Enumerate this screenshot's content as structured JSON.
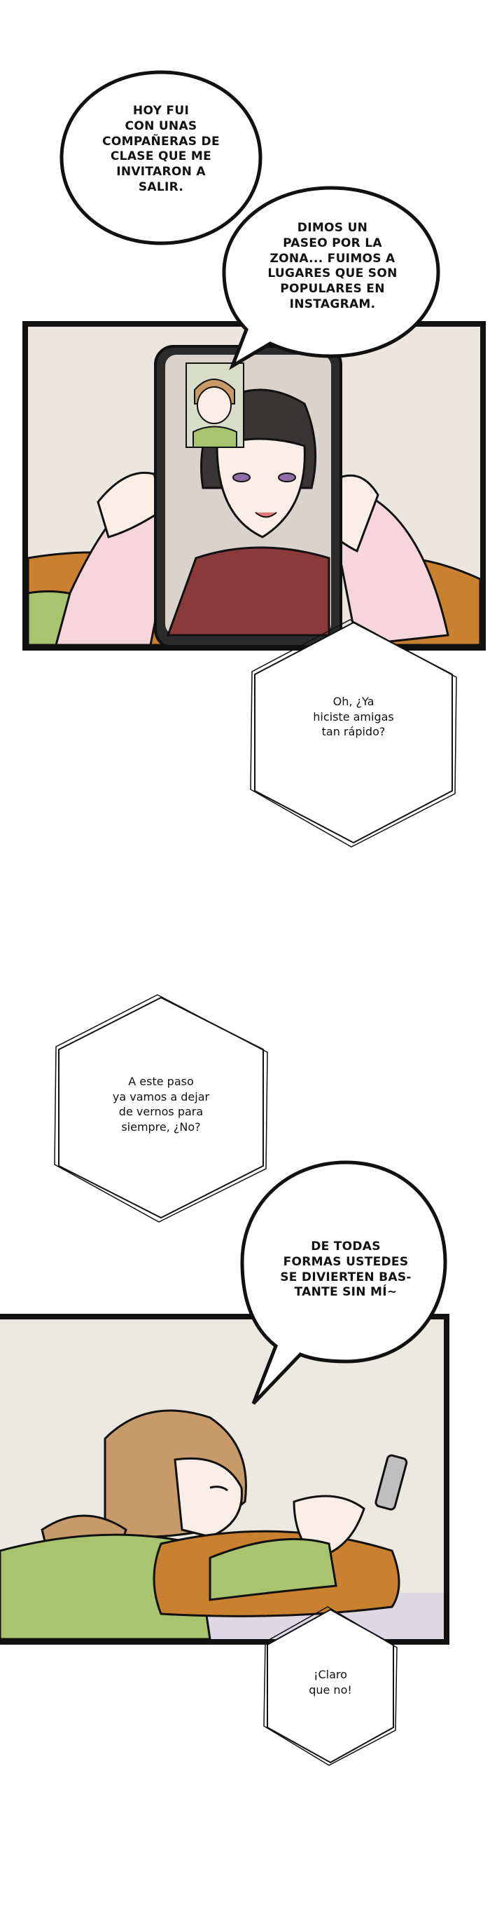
{
  "bubbles": [
    {
      "id": "speech-1",
      "text": "Hoy fui\ncon unas\ncompañeras de\nclase que me\ninvitaron a\nsalir."
    },
    {
      "id": "speech-2",
      "text": "Dimos un\npaseo por la\nzona... Fuimos a\nlugares que son\npopulares en\nInstagram."
    },
    {
      "id": "speech-3",
      "text": "De todas\nformas ustedes\nse divierten bas-\ntante sin mí~"
    }
  ],
  "phone_voices": [
    {
      "id": "phone-voice-1",
      "text": "Oh, ¿Ya\nhiciste amigas\ntan rápido?"
    },
    {
      "id": "phone-voice-2",
      "text": "A este paso\nya vamos a dejar\nde vernos para\nsiempre, ¿No?"
    },
    {
      "id": "phone-voice-3",
      "text": "¡Claro\nque no!"
    }
  ],
  "colors": {
    "ink": "#111111",
    "skin": "#fbeee6",
    "hair_dark": "#3a3535",
    "hair_light": "#c89a6a",
    "sweater_green": "#9fc068",
    "pillow_orange": "#c9802f",
    "sleeve_pink": "#f6d6dc",
    "wall": "#ece8e2"
  }
}
